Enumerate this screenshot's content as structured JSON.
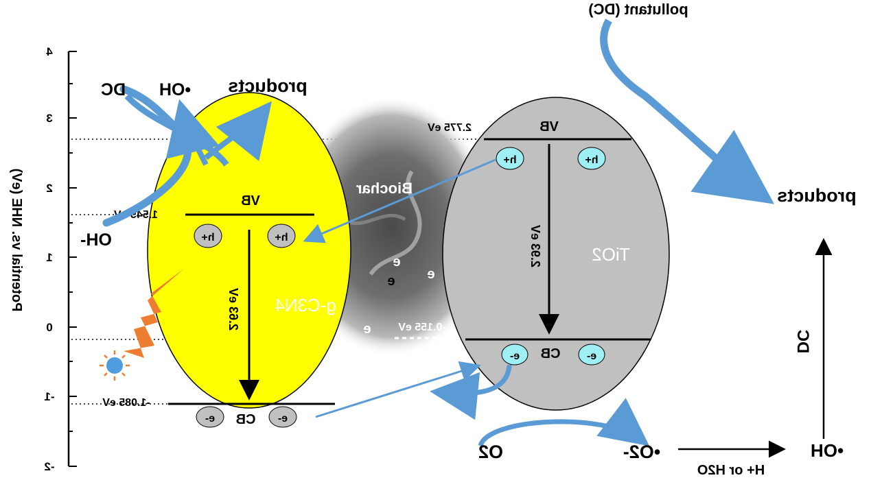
{
  "axis": {
    "label": "Potential vs. NHE (eV)",
    "ticks": [
      "-2",
      "-1",
      "0",
      "1",
      "2",
      "3",
      "4"
    ]
  },
  "gcn": {
    "name": "g-C3N4",
    "vb_label": "VB",
    "cb_label": "CB",
    "vb_potential": "1.545 eV",
    "cb_potential": "-1.085 eV",
    "gap": "2.63 eV",
    "hole": "h+",
    "electron": "e-"
  },
  "tio2": {
    "name": "TiO2",
    "vb_label": "VB",
    "cb_label": "CB",
    "vb_potential": "2.775 eV",
    "cb_potential": "-0.155 eV",
    "gap": "2.93 eV",
    "hole": "h+",
    "electron": "e-"
  },
  "biochar": {
    "label": "Biochar",
    "potential": "-0.155 eV",
    "electron": "e"
  },
  "left_reaction": {
    "dc": "DC",
    "oh_radical": "•OH",
    "oh_minus": "OH-",
    "products": "products"
  },
  "right_reaction": {
    "pollutant": "pollutant (DC)",
    "products": "products",
    "o2": "O2",
    "o2_radical": "•O2-",
    "h_h2o": "H+ or H2O",
    "oh_final": "•OH",
    "dc": "DC"
  },
  "colors": {
    "gcn_fill": "#ffff00",
    "tio2_fill": "#c0c0c0",
    "hole_fill": "#c0c0c0",
    "electron_fill_tio2": "#9ff0f5",
    "arrow_blue": "#5b9bd5",
    "lightning": "#ed7d31",
    "sun": "#4f9ce0"
  }
}
